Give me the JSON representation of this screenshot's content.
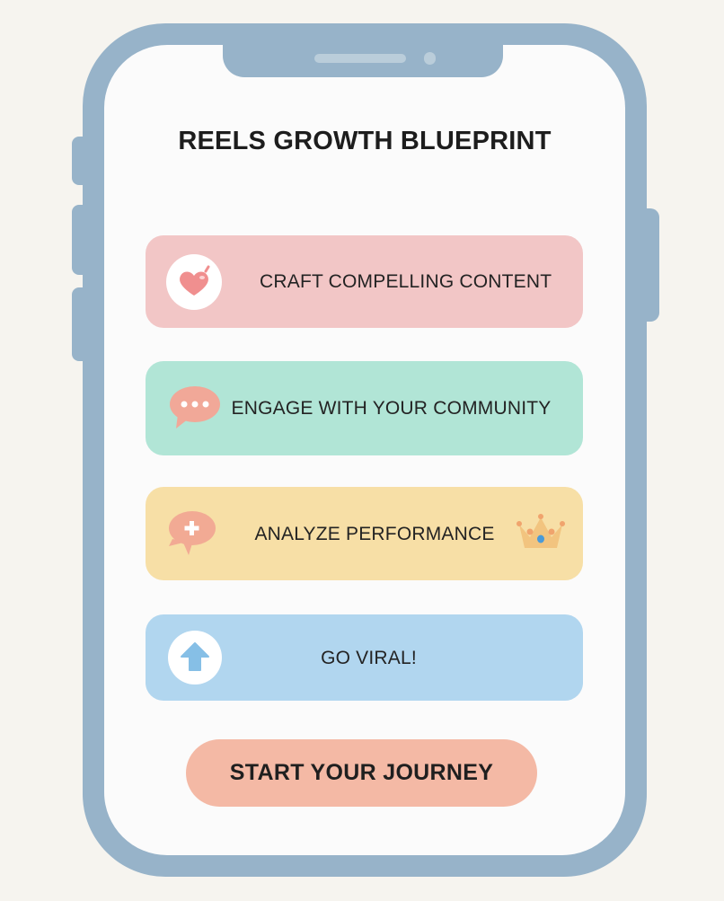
{
  "app": {
    "title": "REELS GROWTH BLUEPRINT"
  },
  "steps": [
    {
      "label": "CRAFT COMPELLING CONTENT",
      "icon": "heart-icon",
      "color": "#f2c6c6"
    },
    {
      "label": "ENGAGE WITH YOUR COMMUNITY",
      "icon": "chat-bubble-icon",
      "color": "#b1e5d6"
    },
    {
      "label": "ANALYZE PERFORMANCE",
      "icon": "chat-plus-icon",
      "trailing_icon": "crown-icon",
      "color": "#f7dfa6"
    },
    {
      "label": "GO VIRAL!",
      "icon": "arrow-up-icon",
      "color": "#b1d6ef"
    }
  ],
  "cta": {
    "label": "START YOUR JOURNEY",
    "color": "#f4b9a5"
  },
  "colors": {
    "phone_frame": "#97b3c9",
    "screen": "#fbfbfb",
    "background": "#f6f4ef"
  }
}
